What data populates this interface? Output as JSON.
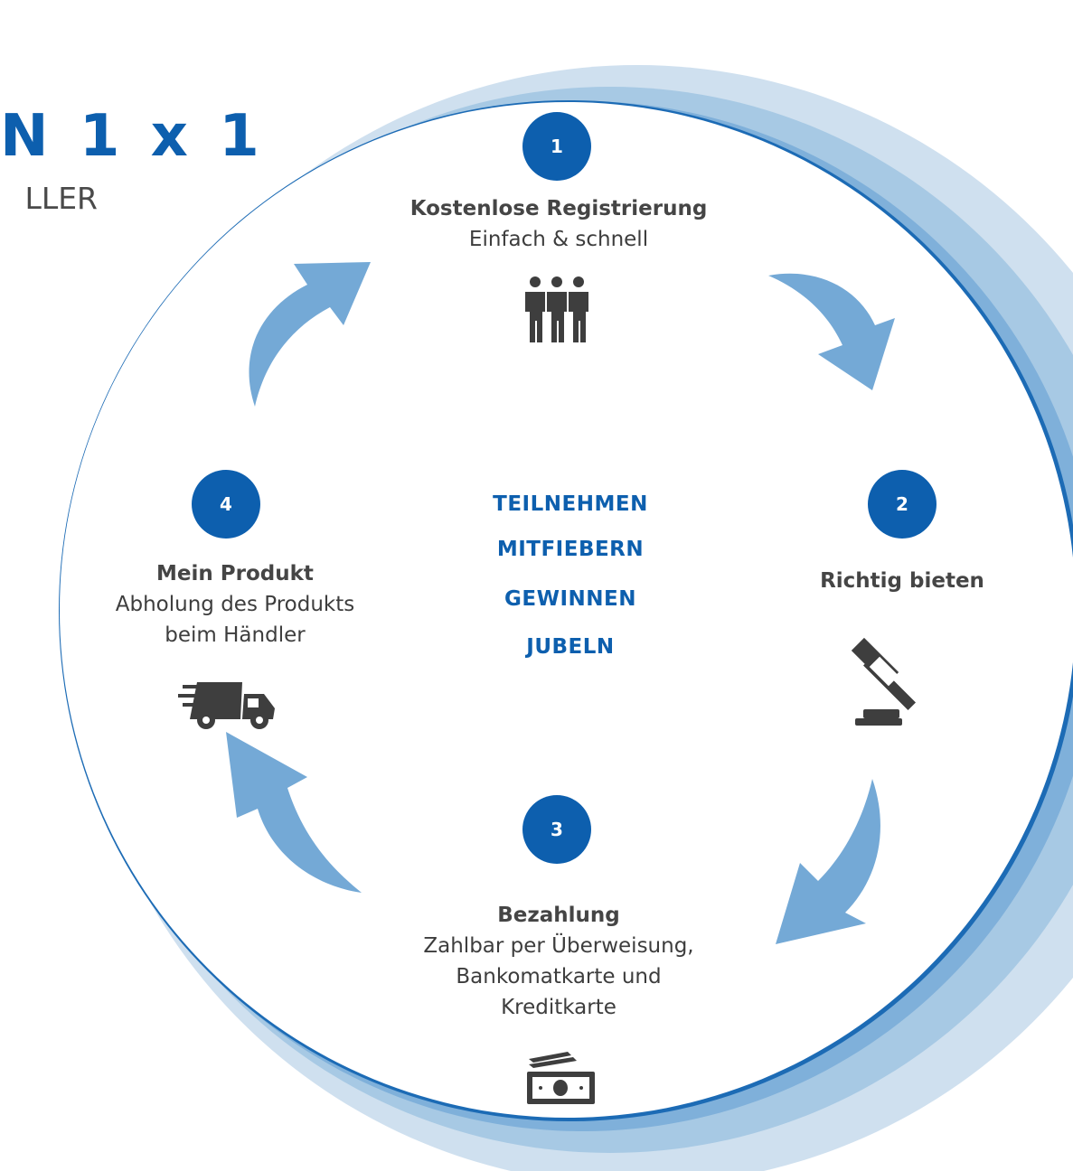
{
  "header": {
    "title": "N 1 x 1",
    "subtitle": "LLER"
  },
  "cycle": {
    "center_words": [
      "TEILNEHMEN",
      "MITFIEBERN",
      "GEWINNEN",
      "JUBELN"
    ],
    "steps": [
      {
        "number": "1",
        "title": "Kostenlose Registrierung",
        "description": [
          "Einfach & schnell"
        ],
        "icon": "people-group-icon"
      },
      {
        "number": "2",
        "title": "Richtig bieten",
        "description": [],
        "icon": "gavel-icon"
      },
      {
        "number": "3",
        "title": "Bezahlung",
        "description": [
          "Zahlbar per Überweisung,",
          "Bankomatkarte und",
          "Kreditkarte"
        ],
        "icon": "money-icon"
      },
      {
        "number": "4",
        "title": "Mein Produkt",
        "description": [
          "Abholung des Produkts",
          "beim Händler"
        ],
        "icon": "delivery-truck-icon"
      }
    ]
  },
  "colors": {
    "accent_blue": "#0d5fae",
    "arrow_blue": "#74a9d6",
    "ring_outer": "#cfe0ef",
    "ring_middle": "#a7c9e4",
    "ring_inner": "#7fb0da",
    "icon_gray": "#3e3e3e"
  }
}
